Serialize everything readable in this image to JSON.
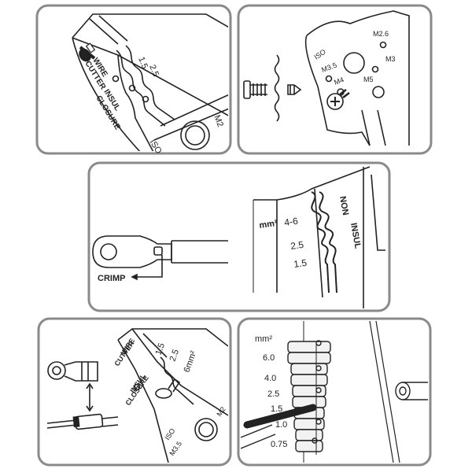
{
  "panel1": {
    "tick_1": "1.5",
    "tick_2": "2.5",
    "wire_cutter_line1": "WIRE",
    "wire_cutter_line2": "CUTTER",
    "insul": "INSUL",
    "closure": "CLOSURE",
    "iso": "ISO",
    "m2": "M2"
  },
  "panel2": {
    "iso": "ISO",
    "m3_5": "M3.5",
    "m4": "M4",
    "m2_6": "M2.6",
    "m3": "M3",
    "m5": "M5"
  },
  "panel3": {
    "unit": "mm²",
    "range_1": "4-6",
    "range_2": "2.5",
    "range_3": "1.5",
    "non": "NON",
    "insul": "INSUL",
    "crimp": "CRIMP"
  },
  "panel4": {
    "tick_1": "1.5",
    "tick_2": "2.5",
    "tick_3": "6mm²",
    "wire": "WIRE",
    "cutter": "CUTTER",
    "insul": "INSUL",
    "closure": "CLOSURE",
    "iso": "ISO",
    "m3_5": "M3.5",
    "m2": "M2"
  },
  "panel5": {
    "unit": "mm²",
    "sizes": [
      "6.0",
      "4.0",
      "2.5",
      "1.5",
      "1.0",
      "0.75"
    ]
  },
  "colors": {
    "frame_border": "#8a8a8a",
    "line": "#222222",
    "fill_grey": "#d8d8d8"
  }
}
